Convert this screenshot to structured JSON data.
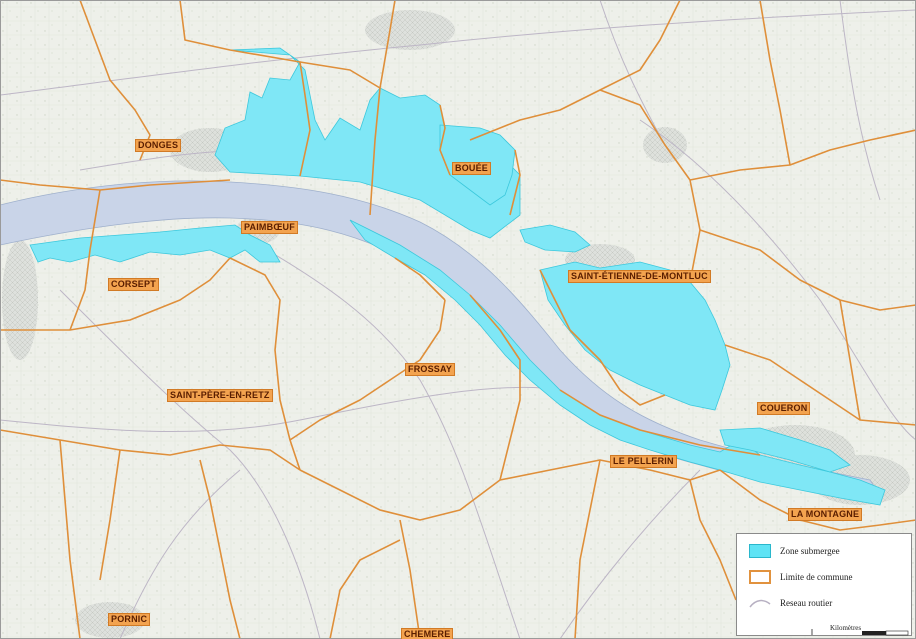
{
  "map": {
    "communes": [
      {
        "id": "donges",
        "label": "DONGES"
      },
      {
        "id": "bouee",
        "label": "BOUÉE"
      },
      {
        "id": "paimboeuf",
        "label": "PAIMBŒUF"
      },
      {
        "id": "corsept",
        "label": "CORSEPT"
      },
      {
        "id": "saint-etienne-de-montluc",
        "label": "SAINT-ÉTIENNE-DE-MONTLUC"
      },
      {
        "id": "frossay",
        "label": "FROSSAY"
      },
      {
        "id": "saint-pere-en-retz",
        "label": "SAINT-PÈRE-EN-RETZ"
      },
      {
        "id": "coueron",
        "label": "COUERON"
      },
      {
        "id": "le-pellerin",
        "label": "LE PELLERIN"
      },
      {
        "id": "la-montagne",
        "label": "LA MONTAGNE"
      },
      {
        "id": "pornic",
        "label": "PORNIC"
      },
      {
        "id": "chemere",
        "label": "CHEMERE"
      }
    ],
    "colors": {
      "flood": "#7fe7f6",
      "commune_border": "#df8f3a",
      "river": "#c9d4e8",
      "road": "#b7b0c2",
      "label_bg": "#f3a34f"
    }
  },
  "legend": {
    "items": [
      {
        "symbol": "water-swatch-icon",
        "label": "Zone submergee"
      },
      {
        "symbol": "commune-border-icon",
        "label": "Limite de commune"
      },
      {
        "symbol": "road-line-icon",
        "label": "Reseau routier"
      }
    ],
    "scale_label": "Kilomètres"
  }
}
